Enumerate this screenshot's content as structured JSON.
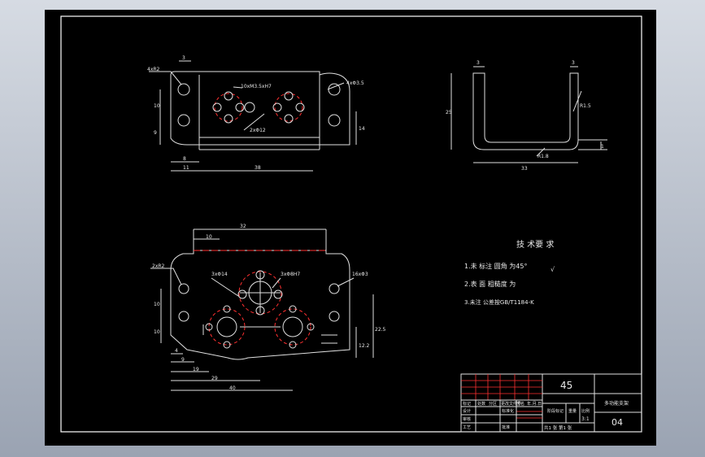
{
  "view_top_left": {
    "labels": {
      "r2": "4xR2",
      "m3": "10xM3.5xH7",
      "phi3_5": "4xΦ3.5",
      "phi12": "2xΦ12"
    },
    "dims": {
      "d3": "3",
      "d10": "10",
      "d9": "9",
      "d8": "8",
      "d11": "11",
      "d38": "38",
      "d14": "14"
    }
  },
  "view_side": {
    "dims": {
      "t1": "3",
      "t2": "3",
      "h25": "25",
      "w33": "33",
      "r18": "R1.8",
      "r15": "R1.5",
      "s1": "1"
    }
  },
  "view_bottom": {
    "labels": {
      "r2": "2xR2",
      "phi14": "3xΦ14",
      "m8": "3xΦ8H7",
      "phi3": "16xΦ3"
    },
    "dims": {
      "d32": "32",
      "d10a": "10",
      "d10b": "10",
      "d10c": "10",
      "d4": "4",
      "d9": "9",
      "d19": "19",
      "d29": "29",
      "d40": "40",
      "d225": "22.5",
      "d122": "12.2"
    }
  },
  "tech": {
    "title": "技 术要 求",
    "items": [
      "1.未 标注 圆角 为45°",
      "2.表 面 粗糙度 为",
      "3.未注 公差按GB/T1184-K"
    ],
    "mark": "√"
  },
  "title_block": {
    "material": "45",
    "name": "多功能支架",
    "drawing_no": "04",
    "scale": "3:1",
    "sheet": "共1 张 第1 张",
    "cells": {
      "c1": "标记",
      "c2": "处数",
      "c3": "分区",
      "c4": "更改文件号",
      "c5": "签名",
      "c6": "年.月.日",
      "c7": "阶段标记",
      "c8": "重量",
      "c9": "比例",
      "c10": "设计",
      "c11": "标准化",
      "c12": "审核",
      "c13": "工艺",
      "c14": "批准"
    }
  }
}
